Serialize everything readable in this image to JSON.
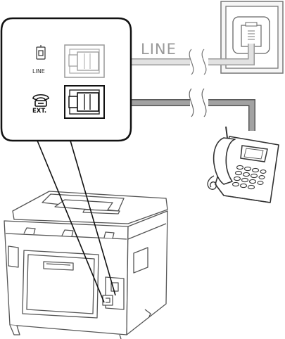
{
  "labels": {
    "line_cable": "LINE",
    "line_port": "LINE",
    "ext_port": "EXT."
  },
  "icons": {
    "line_port_icon": "wall-jack-icon",
    "ext_port_icon": "telephone-handset-icon"
  },
  "colors": {
    "line_cable": "#dcdcdc",
    "line_cable_outline": "#999999",
    "ext_cable": "#9a9a9a",
    "ext_cable_outline": "#555555",
    "callout_outline": "#111111",
    "printer_outline": "#555555",
    "label_line": "#9a9a9a"
  }
}
